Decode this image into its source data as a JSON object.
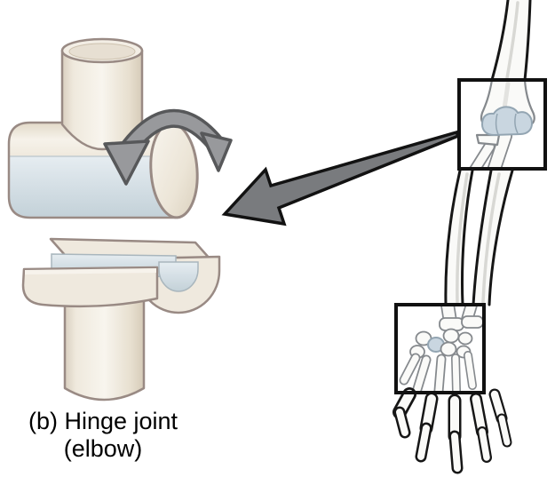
{
  "figure": {
    "caption": {
      "line1": "(b) Hinge joint",
      "line2": "(elbow)"
    },
    "icons": {
      "rotation_arrow": "double-headed-curved-rotation-arrow",
      "callout_arrow": "callout-arrow-from-elbow-to-model",
      "elbow_box": "elbow-joint-inspect-box",
      "wrist_box": "wrist-joint-inspect-box"
    }
  },
  "colors": {
    "bone_cream": "#efe9de",
    "bone_cream_deep": "#d9cfbc",
    "outline_taupe": "#998a84",
    "cartilage_blue": "#d6e0e6",
    "model_cartilage_stroke": "#a9b6bd",
    "arrow_gray": "#98999c",
    "arrow_gray_dark": "#57585a",
    "callout_gray": "#797b7e",
    "callout_outline": "#121212",
    "skeleton_black": "#161616",
    "skeleton_gray": "#85898d",
    "skeleton_fill": "#fafaf8",
    "skeleton_shade": "#d8d8d4",
    "joint_blue": "#c9d6e0",
    "joint_blue_stroke": "#93a5b2",
    "box_black": "#111111",
    "caption_black": "#000000"
  }
}
